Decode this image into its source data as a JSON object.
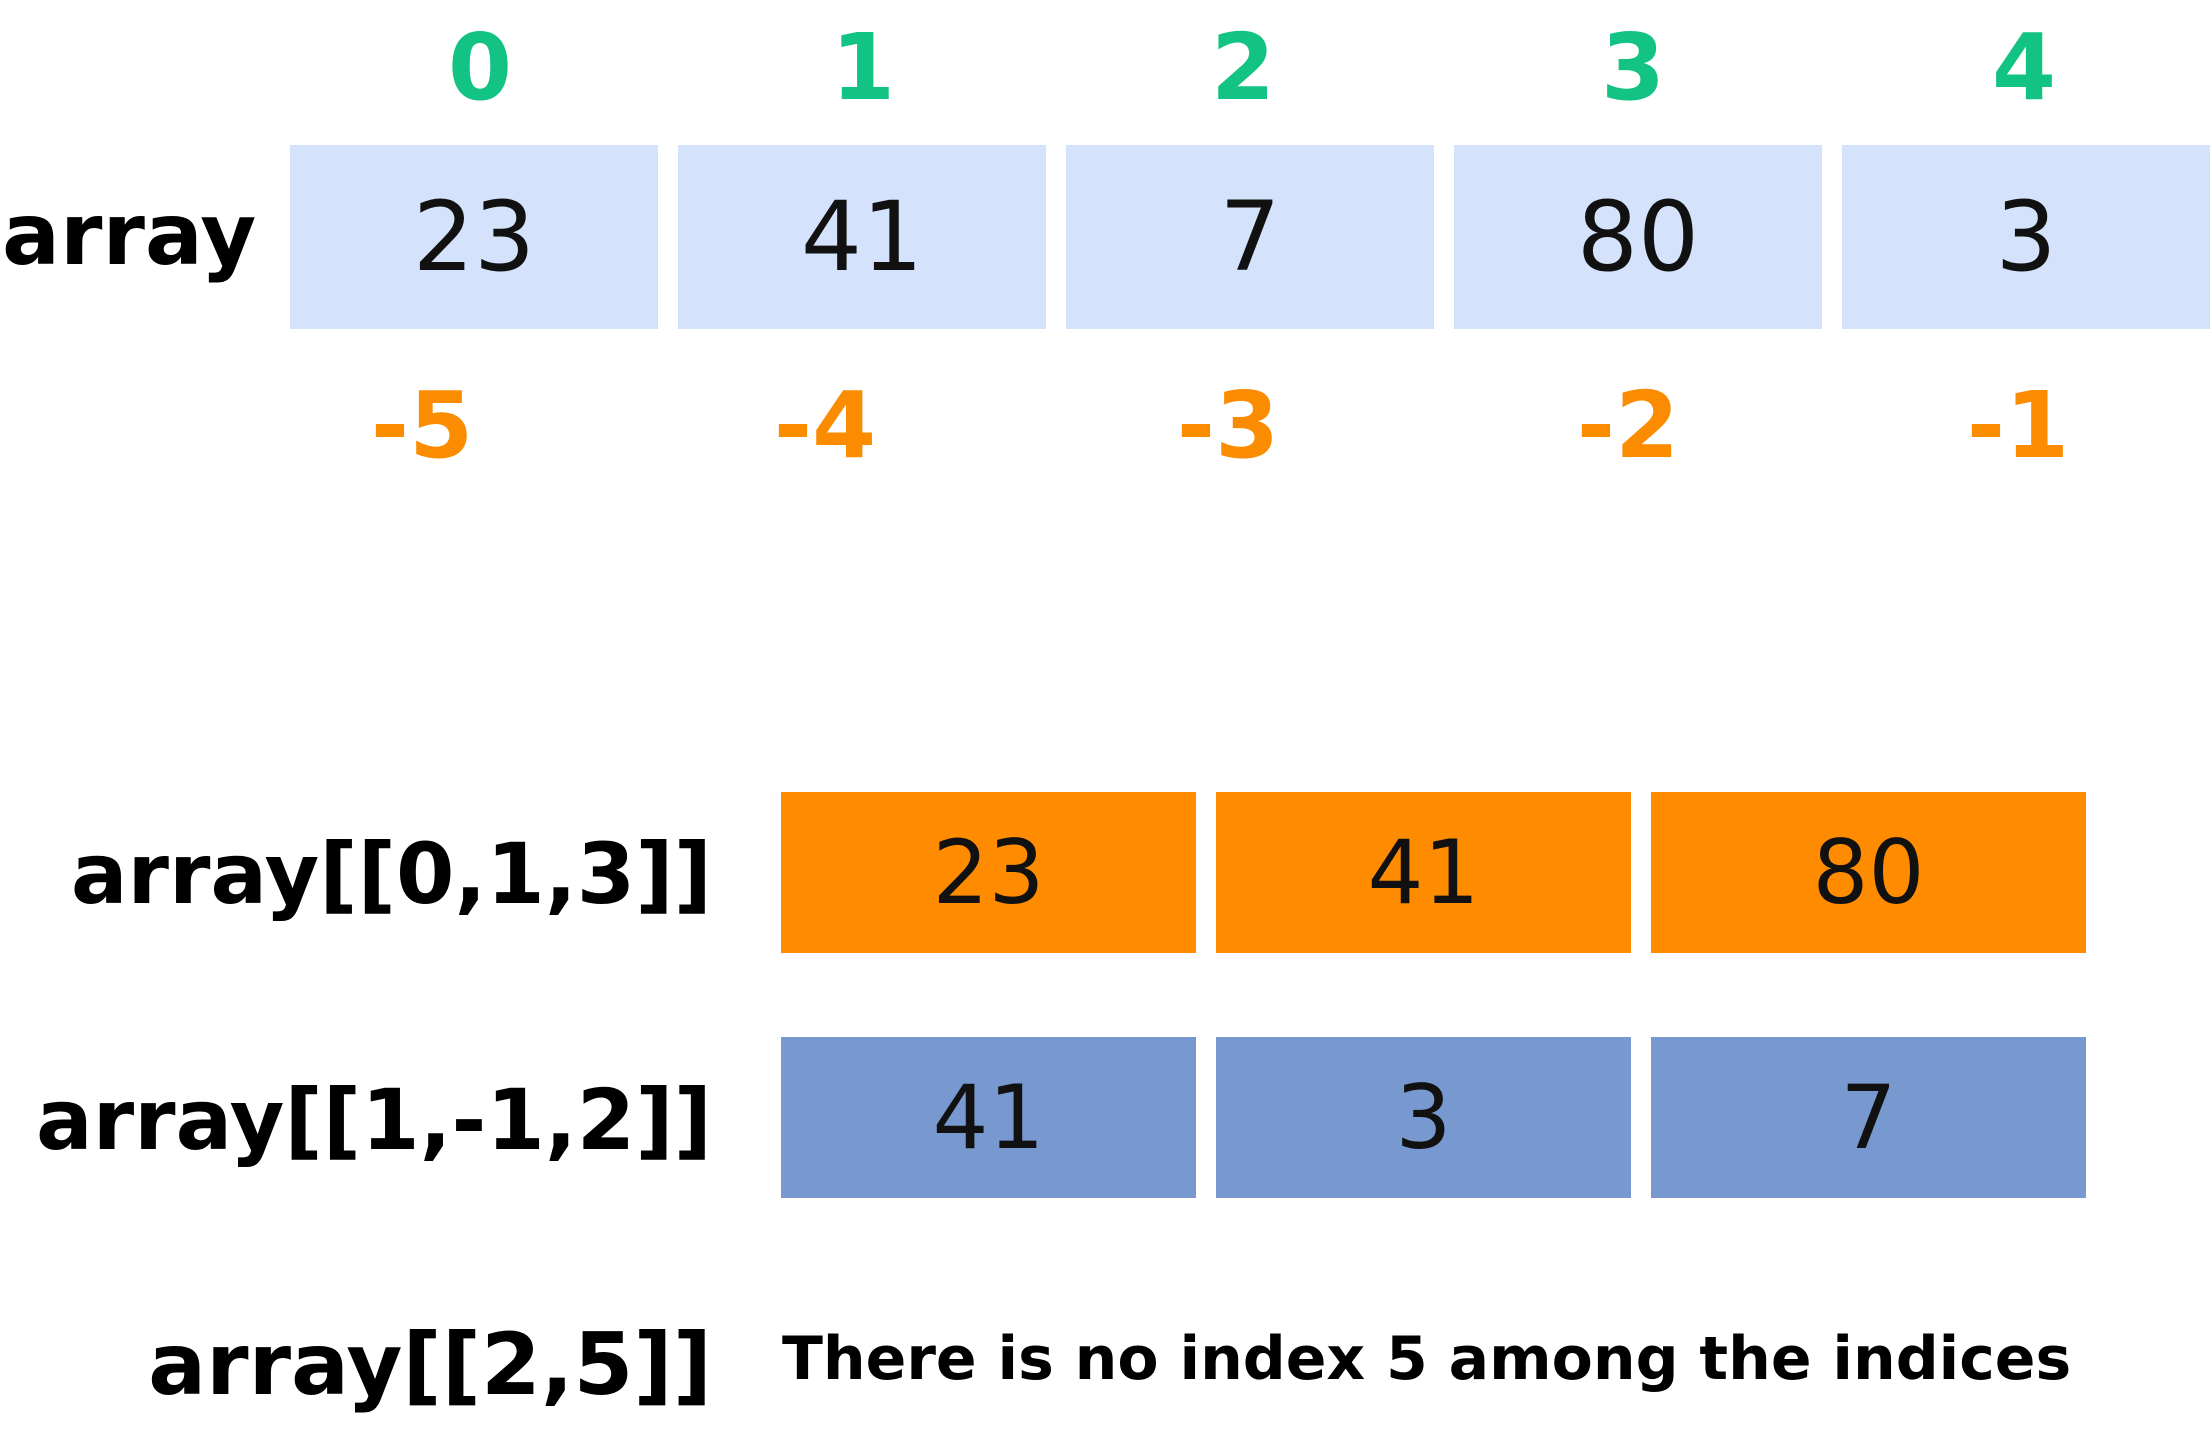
{
  "array_label": "array",
  "positive_indices": [
    "0",
    "1",
    "2",
    "3",
    "4"
  ],
  "array_values": [
    "23",
    "41",
    "7",
    "80",
    "3"
  ],
  "negative_indices": [
    "-5",
    "-4",
    "-3",
    "-2",
    "-1"
  ],
  "examples": [
    {
      "label": "array[[0,1,3]]",
      "values": [
        "23",
        "41",
        "80"
      ]
    },
    {
      "label": "array[[1,-1,2]]",
      "values": [
        "41",
        "3",
        "7"
      ]
    },
    {
      "label": "array[[2,5]]",
      "note": "There is no index 5 among the indices"
    }
  ],
  "colors": {
    "positive_index": "#12c383",
    "negative_index": "#fb8c00",
    "array_cell": "#d4e3fb",
    "example_1_cell": "#ff8c00",
    "example_2_cell": "#7899d0"
  }
}
